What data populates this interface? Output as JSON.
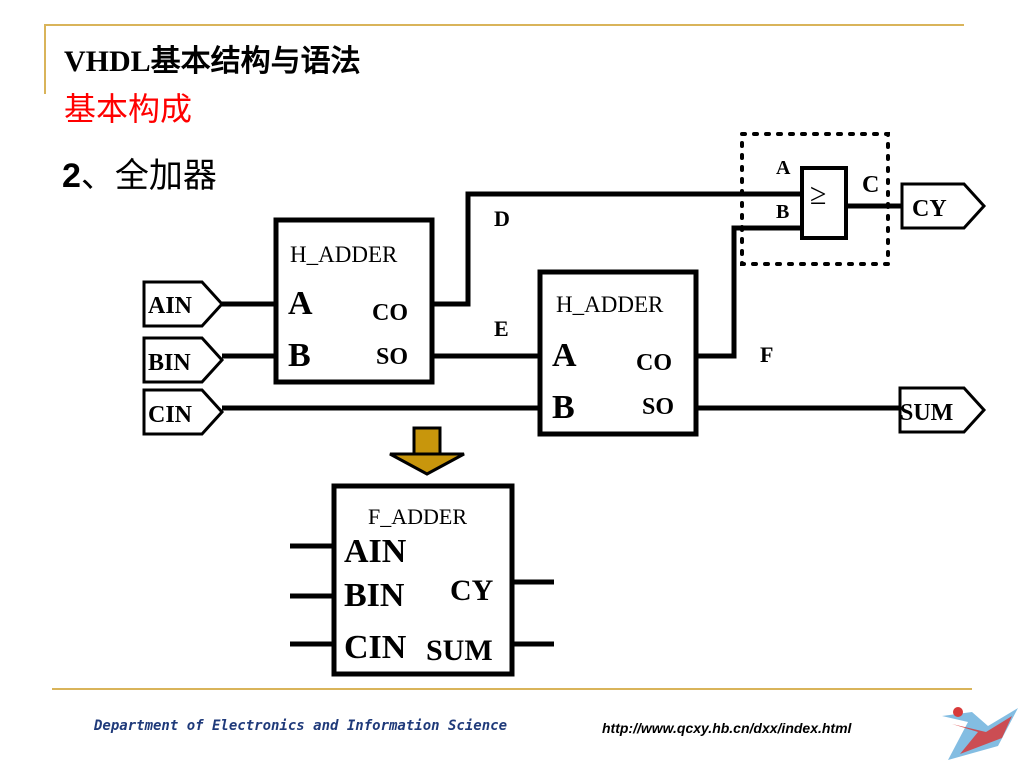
{
  "header": {
    "title": "VHDL基本结构与语法",
    "subtitle": "基本构成",
    "section_number": "2",
    "section_text": "、全加器"
  },
  "ports": {
    "ain": "AIN",
    "bin": "BIN",
    "cin": "CIN",
    "cy": "CY",
    "sum": "SUM"
  },
  "half_adder_1": {
    "name": "H_ADDER",
    "in_a": "A",
    "in_b": "B",
    "out_co": "CO",
    "out_so": "SO"
  },
  "half_adder_2": {
    "name": "H_ADDER",
    "in_a": "A",
    "in_b": "B",
    "out_co": "CO",
    "out_so": "SO"
  },
  "or_gate": {
    "symbol": "≥",
    "in_a": "A",
    "in_b": "B",
    "out": "C"
  },
  "signals": {
    "d": "D",
    "e": "E",
    "f": "F"
  },
  "full_adder": {
    "name": "F_ADDER",
    "in_ain": "AIN",
    "in_bin": "BIN",
    "in_cin": "CIN",
    "out_cy": "CY",
    "out_sum": "SUM"
  },
  "footer": {
    "department": "Department of Electronics and Information Science",
    "url": "http://www.qcxy.hb.cn/dxx/index.html"
  },
  "colors": {
    "accent_rule": "#d9b45a",
    "subtitle": "#ff0000",
    "arrow": "#c8960c",
    "footer_text": "#1f3a7a"
  }
}
